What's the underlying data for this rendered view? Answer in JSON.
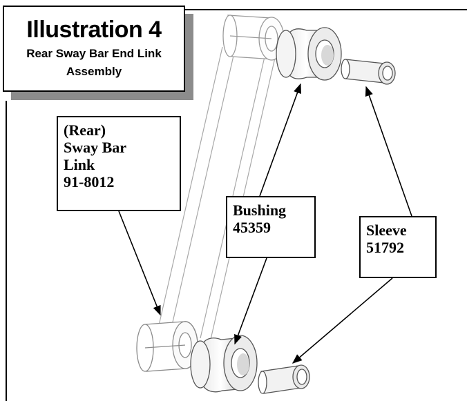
{
  "title": {
    "main": "Illustration 4",
    "sub_line1": "Rear Sway Bar End Link",
    "sub_line2": "Assembly"
  },
  "labels": {
    "link": [
      "(Rear)",
      "Sway Bar",
      "Link",
      "91-8012"
    ],
    "bushing": [
      "Bushing",
      "45359"
    ],
    "sleeve": [
      "Sleeve",
      "51792"
    ]
  }
}
